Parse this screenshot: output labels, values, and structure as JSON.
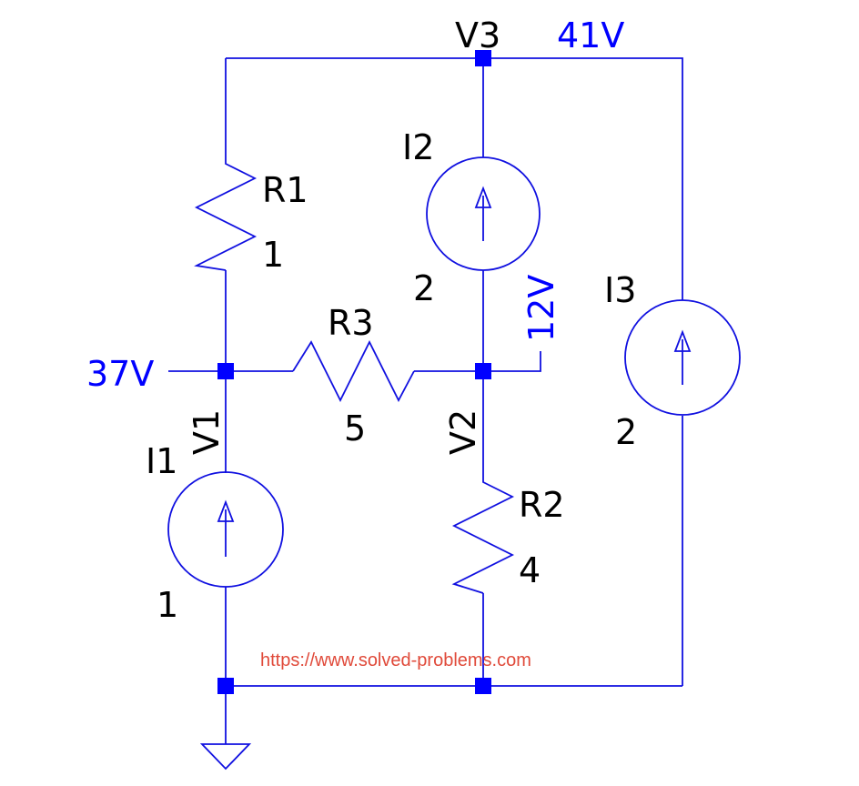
{
  "colors": {
    "wire": "#1010e0",
    "node": "#0000ff",
    "voltage": "#0000ff",
    "text": "#000000",
    "watermark": "#e04a3a"
  },
  "components": {
    "R1": {
      "name": "R1",
      "value": "1"
    },
    "R2": {
      "name": "R2",
      "value": "4"
    },
    "R3": {
      "name": "R3",
      "value": "5"
    },
    "I1": {
      "name": "I1",
      "value": "1"
    },
    "I2": {
      "name": "I2",
      "value": "2"
    },
    "I3": {
      "name": "I3",
      "value": "2"
    }
  },
  "nodes": {
    "v1": {
      "name": "V1",
      "voltage": "37V"
    },
    "v2": {
      "name": "V2",
      "voltage": "12V"
    },
    "v3": {
      "name": "V3",
      "voltage": "41V"
    }
  },
  "watermark": "https://www.solved-problems.com"
}
